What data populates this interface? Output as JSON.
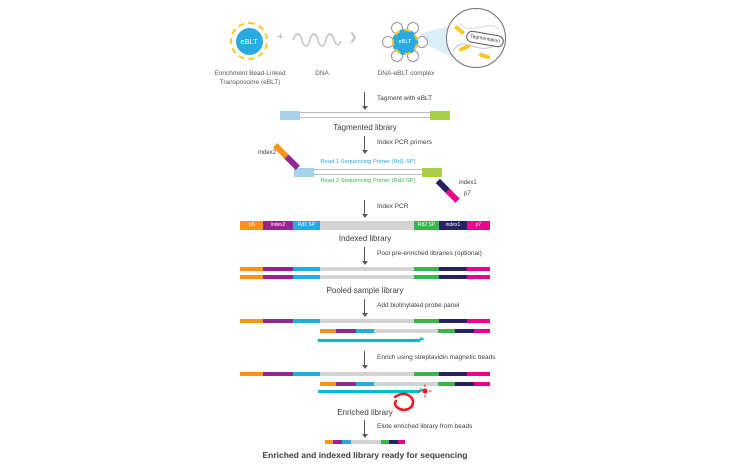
{
  "icons": {
    "plus": "+",
    "chevron_right": "❯"
  },
  "top": {
    "eblt_bead_label": "eBLT",
    "eblt_caption_line1": "Enrichment Bead-Linked",
    "eblt_caption_line2": "Transposome (eBLT)",
    "dna_caption": "DNA",
    "complex_bead_label": "eBLT",
    "complex_caption": "DNA-eBLT complex",
    "tagmentation_label": "Tagmentation"
  },
  "steps": {
    "tagment": "Tagment with eBLT",
    "index_primers": "Index PCR primers",
    "index_pcr": "Index PCR",
    "pool": "Pool pre-enriched libraries (optional)",
    "probe": "Add biotinylated probe panel",
    "enrich": "Enrich using streptavidin magnetic beads",
    "elute": "Elute enriched library from beads"
  },
  "stages": {
    "tagmented": "Tagmented library",
    "indexed": "Indexed library",
    "pooled": "Pooled sample library",
    "enriched": "Enriched library",
    "final": "Enriched and indexed library ready for sequencing"
  },
  "primer_diagram": {
    "index2_label": "Index2",
    "rd1_label": "Read 1 Sequencing Primer (Rd1 SP)",
    "rd2_label": "Read 2 Sequencing Primer (Rd2 SP)",
    "index1_label": "index1",
    "p7_label": "p7"
  },
  "library_segments": [
    {
      "label": "p5",
      "color": "#f7941e",
      "w": 24
    },
    {
      "label": "index2",
      "color": "#92278f",
      "w": 30
    },
    {
      "label": "Rd1 SP",
      "color": "#27aae1",
      "w": 28
    },
    {
      "label": "",
      "color": "#d1d3d4",
      "w": 96
    },
    {
      "label": "Rd2 SP",
      "color": "#39b54a",
      "w": 26
    },
    {
      "label": "index1",
      "color": "#262262",
      "w": 28
    },
    {
      "label": "p7",
      "color": "#ec008c",
      "w": 24
    }
  ],
  "colors": {
    "bead_blue": "#29abe2",
    "spike_yellow": "#f9c623",
    "adapter_blue": "#a5d3ec",
    "adapter_green": "#a8cf45",
    "p5_orange": "#f7941e",
    "index2_purple": "#92278f",
    "rd1_blue": "#27aae1",
    "insert_gray": "#d1d3d4",
    "rd2_green": "#39b54a",
    "index1_navy": "#262262",
    "p7_magenta": "#ec008c",
    "probe_cyan": "#00bcd4",
    "bead_red": "#ed1c24",
    "text_gray": "#414042"
  }
}
